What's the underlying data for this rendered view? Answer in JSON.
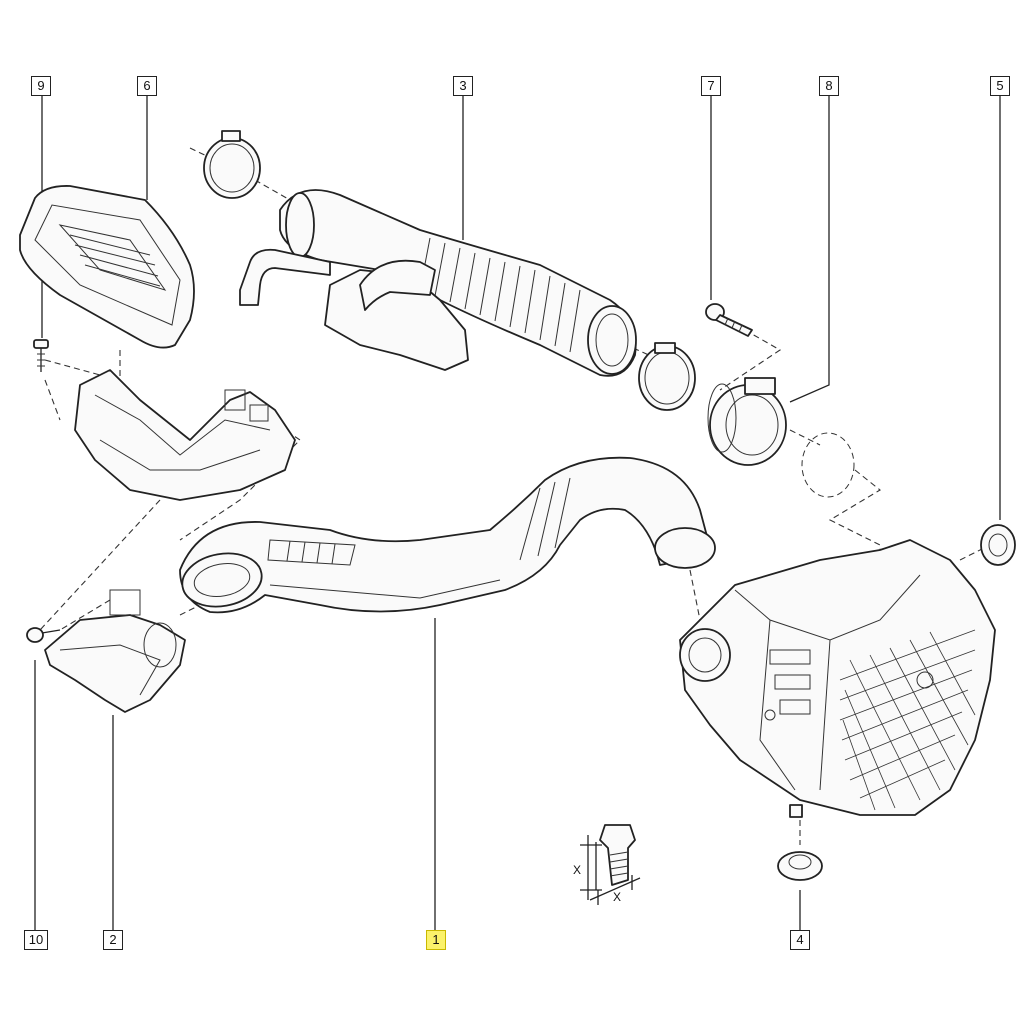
{
  "callouts": {
    "c1": "1",
    "c2": "2",
    "c3": "3",
    "c4": "4",
    "c5": "5",
    "c6": "6",
    "c7": "7",
    "c8": "8",
    "c9": "9",
    "c10": "10"
  },
  "highlight_color": "#fbf26a",
  "fastener_detail": {
    "x_left": "X",
    "x_bottom": "X"
  }
}
